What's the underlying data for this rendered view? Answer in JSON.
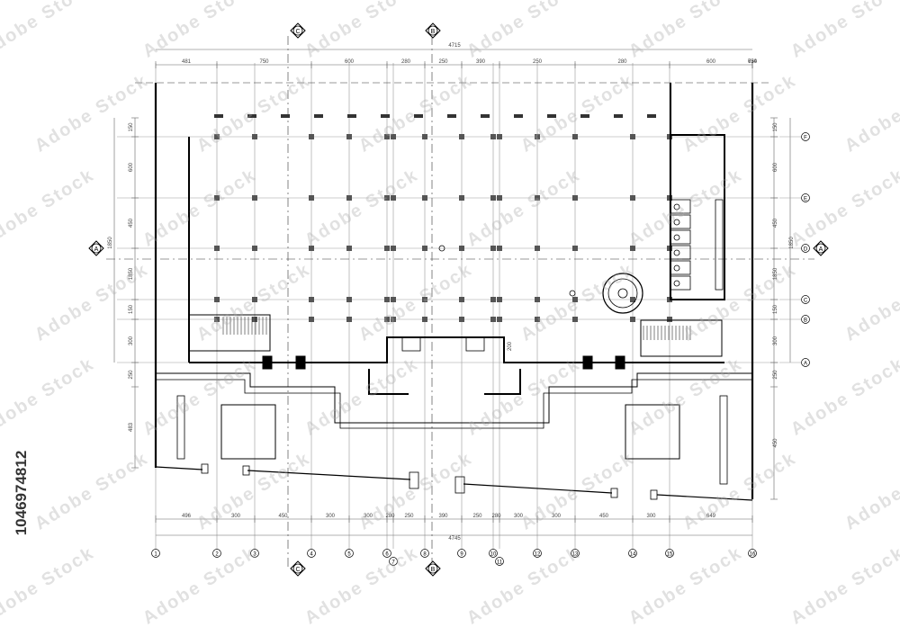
{
  "drawing": {
    "overall_dimension_top": "4715",
    "overall_dimension_bottom": "4745",
    "top_dimensions": [
      "481",
      "750",
      "600",
      "280",
      "250",
      "390",
      "250",
      "280",
      "600",
      "750",
      "634"
    ],
    "bottom_dimensions": [
      "496",
      "300",
      "450",
      "300",
      "300",
      "280",
      "250",
      "390",
      "250",
      "280",
      "300",
      "300",
      "450",
      "300",
      "649"
    ],
    "left_dimensions": [
      "150",
      "600",
      "450",
      "1850",
      "150",
      "300",
      "250",
      "483"
    ],
    "right_dimensions": [
      "150",
      "600",
      "450",
      "1850",
      "150",
      "300",
      "250",
      "450"
    ],
    "axis_labels_bottom": [
      "1",
      "2",
      "3",
      "4",
      "5",
      "6",
      "7",
      "8",
      "9",
      "10",
      "11",
      "12",
      "13",
      "14",
      "15",
      "16"
    ],
    "axis_labels_right": [
      "F",
      "E",
      "D",
      "C",
      "B",
      "A"
    ],
    "section_marks": [
      {
        "label": "C",
        "position": "top"
      },
      {
        "label": "B",
        "position": "top"
      },
      {
        "label": "C",
        "position": "bottom"
      },
      {
        "label": "B",
        "position": "bottom"
      },
      {
        "label": "A",
        "position": "left"
      },
      {
        "label": "A",
        "position": "right"
      }
    ],
    "interior_dimension": "200"
  },
  "stock_id": "1046974812",
  "watermark_text": "Adobe Stock"
}
